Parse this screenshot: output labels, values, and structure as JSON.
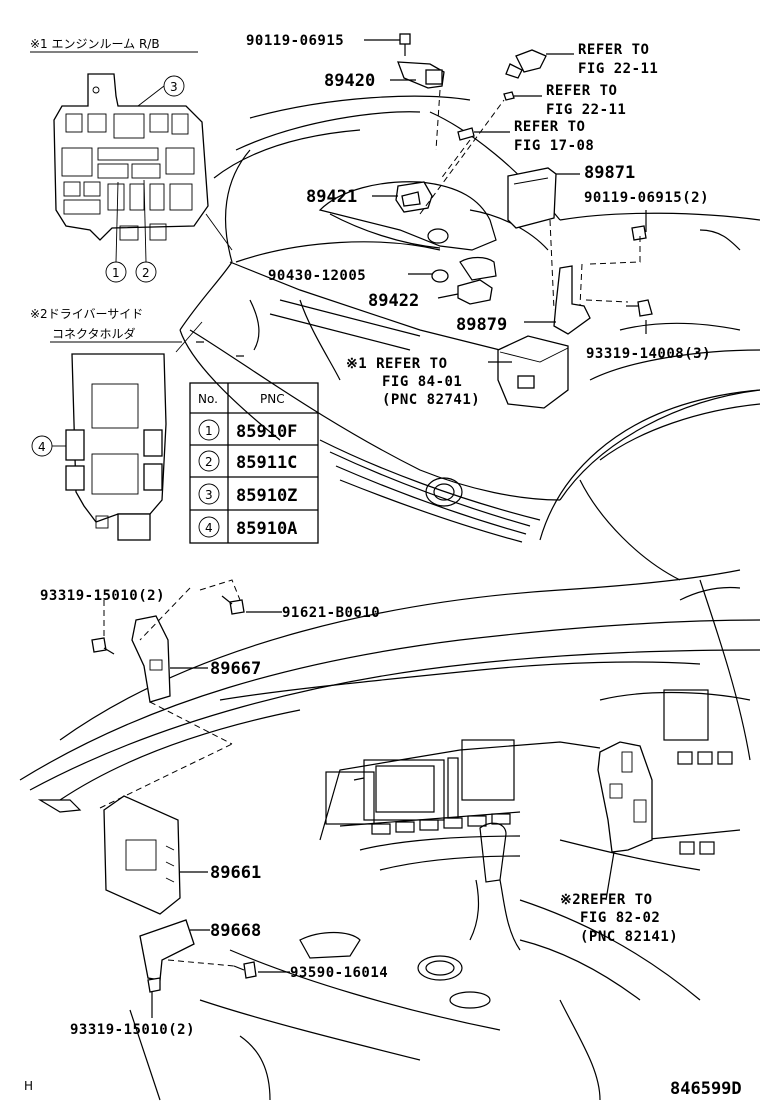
{
  "notes": {
    "note1_engine_room": "※1 エンジンルーム R/B",
    "note2_driver_side": "※2ドライバーサイド",
    "note2_connector_holder": "コネクタホルダ"
  },
  "callouts": {
    "c1": "1",
    "c2": "2",
    "c3": "3",
    "c4": "4"
  },
  "pnc_table": {
    "header_no": "No.",
    "header_pnc": "PNC",
    "rows": [
      {
        "no": "1",
        "pnc": "85910F"
      },
      {
        "no": "2",
        "pnc": "85911C"
      },
      {
        "no": "3",
        "pnc": "85910Z"
      },
      {
        "no": "4",
        "pnc": "85910A"
      }
    ]
  },
  "labels": {
    "p90119_06915": "90119-06915",
    "p89420": "89420",
    "refer_22_11_a_1": "REFER TO",
    "refer_22_11_a_2": "FIG 22-11",
    "refer_22_11_b_1": "REFER TO",
    "refer_22_11_b_2": "FIG 22-11",
    "refer_17_08_1": "REFER TO",
    "refer_17_08_2": "FIG 17-08",
    "p89871": "89871",
    "p90119_06915_2": "90119-06915(2)",
    "p89421": "89421",
    "p90430_12005": "90430-12005",
    "p89422": "89422",
    "p89879": "89879",
    "p93319_14008_3": "93319-14008(3)",
    "refer_84_01_1": "※1 REFER TO",
    "refer_84_01_2": "FIG 84-01",
    "refer_84_01_3": "(PNC 82741)",
    "p93319_15010_2_top": "93319-15010(2)",
    "p91621_b0610": "91621-B0610",
    "p89667": "89667",
    "p89661": "89661",
    "p89668": "89668",
    "p93590_16014": "93590-16014",
    "p93319_15010_2_bottom": "93319-15010(2)",
    "refer_82_02_1": "※2REFER TO",
    "refer_82_02_2": "FIG 82-02",
    "refer_82_02_3": "(PNC 82141)"
  },
  "footer": {
    "corner_mark": "H",
    "figure_id": "846599D"
  }
}
